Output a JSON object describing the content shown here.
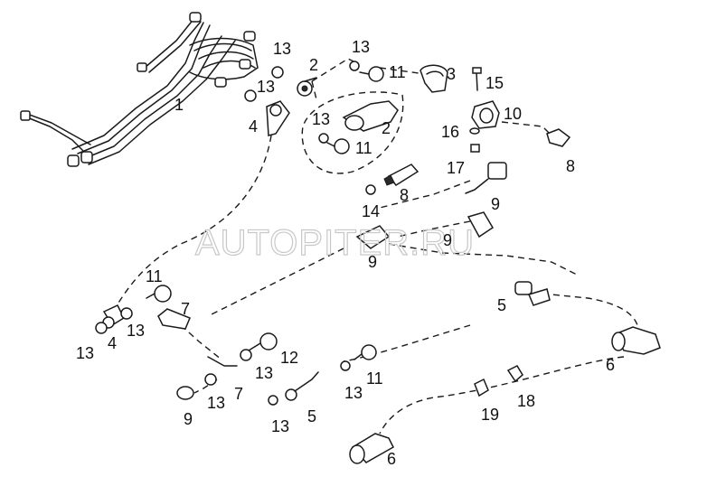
{
  "watermark": "AUTOPITER.RU",
  "callouts": [
    "1",
    "2",
    "2",
    "3",
    "4",
    "4",
    "5",
    "5",
    "6",
    "6",
    "7",
    "7",
    "8",
    "8",
    "9",
    "9",
    "9",
    "9",
    "10",
    "11",
    "11",
    "11",
    "11",
    "12",
    "13",
    "13",
    "13",
    "13",
    "13",
    "13",
    "13",
    "13",
    "13",
    "13",
    "14",
    "15",
    "16",
    "17",
    "18",
    "19"
  ],
  "colors": {
    "line": "#1a1a1a",
    "watermark": "#c8c8c8",
    "background": "#ffffff"
  }
}
